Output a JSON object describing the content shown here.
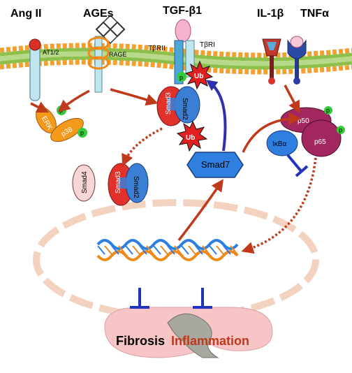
{
  "ligands": {
    "ang2": "Ang II",
    "ages": "AGEs",
    "tgfb1": "TGF-β1",
    "il1b": "IL-1β",
    "tnfa": "TNFα"
  },
  "receptors": {
    "at12": "AT1/2",
    "rage": "RAGE",
    "tbr2": "TβRII",
    "tbr1": "TβRI"
  },
  "proteins": {
    "erk": "ERK",
    "p38": "p38",
    "smad3": "Smad3",
    "smad2": "Smad2",
    "smad4": "Smad4",
    "smad7": "Smad7",
    "ikba": "IκBα",
    "p50": "p50",
    "p65": "p65"
  },
  "badges": {
    "p": "p",
    "ub": "Ub"
  },
  "outcomes": {
    "fibrosis": "Fibrosis",
    "inflammation": "Inflammation"
  },
  "colors": {
    "activation_arrow": "#c0391a",
    "inhibition": "#2233bb",
    "degradation_arrow": "#2f2fb0",
    "smad3": "#e0322a",
    "smad2": "#3b7fd4",
    "smad7": "#2e7fe0",
    "erk_p38": "#f39a1c",
    "nfkb": "#a3275f",
    "phospho": "#35c93c",
    "ub": "#e02020",
    "kidney": "#f7c5c5",
    "inflammation_text": "#c0391a"
  }
}
